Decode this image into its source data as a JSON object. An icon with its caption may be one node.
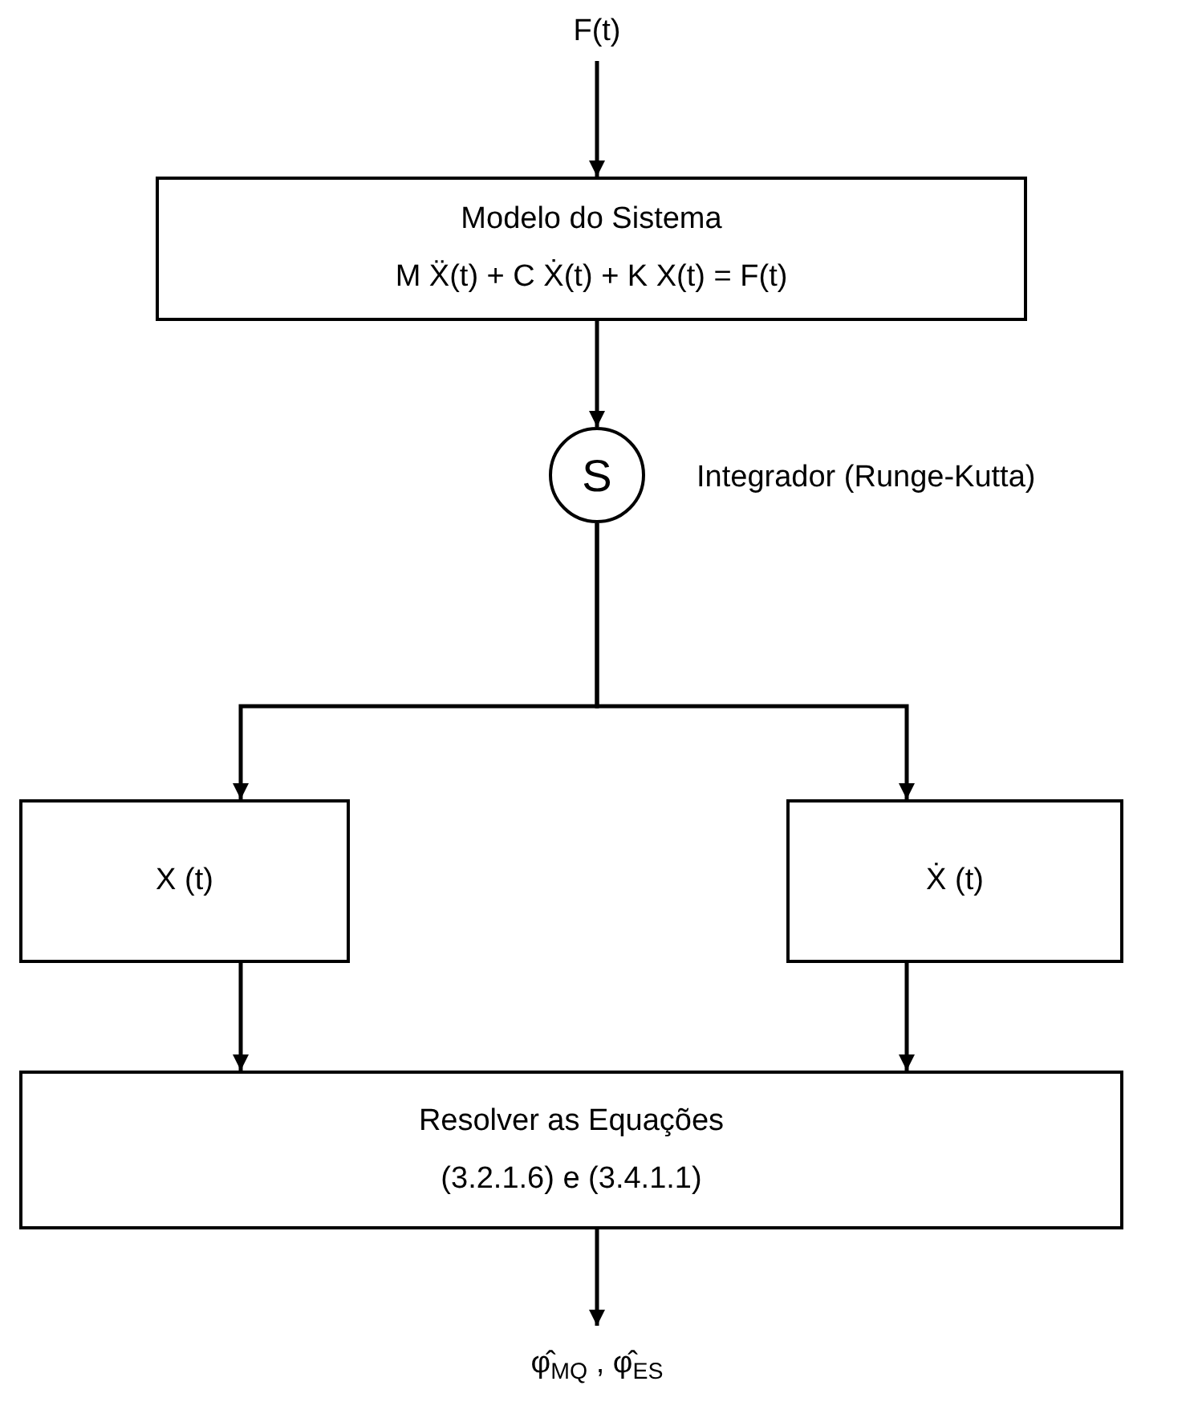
{
  "diagram": {
    "nodes": [
      {
        "text": [
          "F(t)"
        ]
      },
      {
        "text": [
          "Modelo do Sistema",
          "M Ẍ(t) + C Ẋ(t) + K X(t) = F(t)"
        ]
      },
      {
        "text": [
          "S"
        ],
        "beside": [
          "Integrador (Runge-Kutta)"
        ]
      },
      {
        "text": [
          "X (t)"
        ]
      },
      {
        "text": [
          "Ẋ (t)"
        ]
      },
      {
        "text": [
          "Resolver as Equações",
          "(3.2.1.6) e (3.4.1.1)"
        ]
      },
      {
        "text": [
          "φ̂$_{MQ}$ , φ̂$_{ES}$"
        ]
      }
    ],
    "edges": [
      {
        "from": 0,
        "to": 1,
        "arrow": "to"
      },
      {
        "from": 1,
        "to": 2,
        "arrow": "to"
      },
      {
        "from": 2,
        "to": 3,
        "arrow": "to"
      },
      {
        "from": 2,
        "to": 4,
        "arrow": "to"
      },
      {
        "from": 3,
        "to": 5,
        "arrow": "to"
      },
      {
        "from": 4,
        "to": 5,
        "arrow": "to"
      },
      {
        "from": 5,
        "to": 6,
        "arrow": "to"
      }
    ]
  }
}
